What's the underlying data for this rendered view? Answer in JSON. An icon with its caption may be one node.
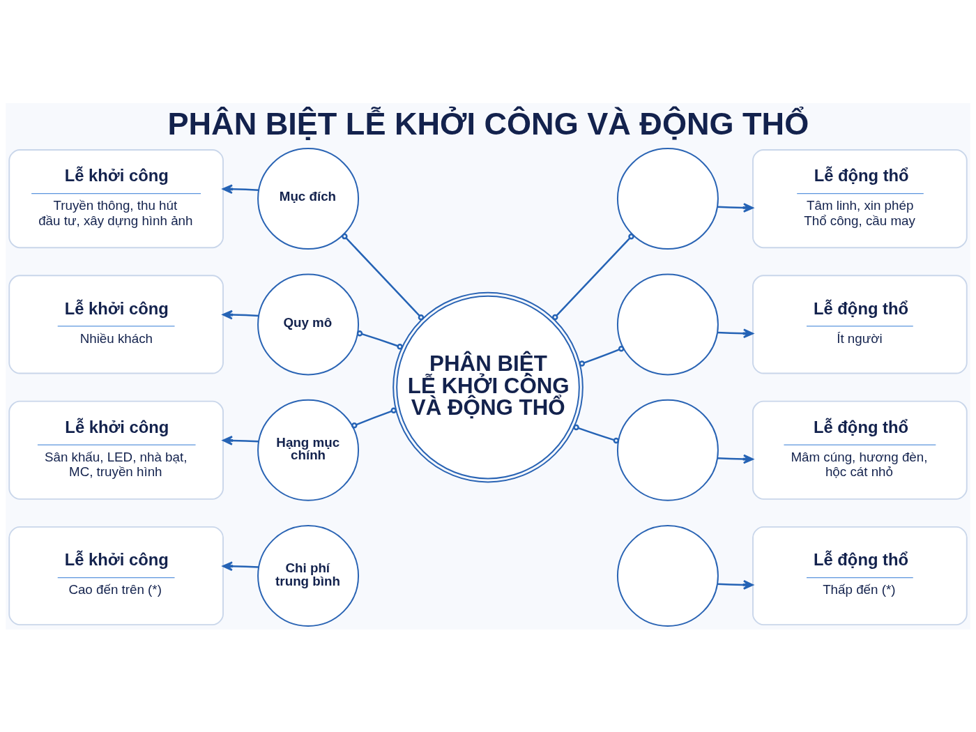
{
  "diagram": {
    "title": "PHÂN BIỆT LỄ KHỞI CÔNG VÀ ĐỘNG THỔ",
    "nodes": [
      {
        "text": [
          "Lễ khởi công",
          "Truyền thông, thu hút đầu tư, xây dựng hình ảnh"
        ]
      },
      {
        "text": [
          "Mục đích"
        ]
      },
      {
        "text": [],
        "shape": "circle"
      },
      {
        "text": [
          "Lễ động thổ",
          "Tâm linh, xin phép Thổ công, cầu may"
        ]
      },
      {
        "text": [
          "Lễ khởi công",
          "Nhiều khách"
        ]
      },
      {
        "text": [
          "Quy mô"
        ]
      },
      {
        "text": [
          "PHÂN BIỆT LỄ KHỞI CÔNG VÀ ĐỘNG THỔ"
        ]
      },
      {
        "text": [],
        "shape": "circle"
      },
      {
        "text": [
          "Lễ động thổ",
          "Ít người"
        ]
      },
      {
        "text": [
          "Lễ khởi công",
          "Sân khấu, LED, nhà bạt, MC, truyền hình"
        ]
      },
      {
        "text": [
          "Hạng mục chính"
        ]
      },
      {
        "text": [],
        "shape": "circle"
      },
      {
        "text": [
          "Lễ động thổ",
          "Mâm cúng, hương đèn, hộc cát nhỏ"
        ]
      },
      {
        "text": [
          "Lễ khởi công",
          "Cao đến trên (*)"
        ]
      },
      {
        "text": [
          "Chi phí trung bình"
        ]
      },
      {
        "text": [],
        "shape": "circle"
      },
      {
        "text": [
          "Lễ động thổ",
          "Thấp đến (*)"
        ]
      }
    ],
    "edges": [
      {
        "from": 1,
        "to": 0,
        "arrow": "to"
      },
      {
        "from": 6,
        "to": 1,
        "arrow": "other"
      },
      {
        "from": 6,
        "to": 2,
        "arrow": "other"
      },
      {
        "from": 2,
        "to": 3,
        "arrow": "to"
      },
      {
        "from": 5,
        "to": 4,
        "arrow": "to"
      },
      {
        "from": 6,
        "to": 5,
        "arrow": "other"
      },
      {
        "from": 6,
        "to": 7,
        "arrow": "other"
      },
      {
        "from": 7,
        "to": 8,
        "arrow": "to"
      },
      {
        "from": 10,
        "to": 9,
        "arrow": "to"
      },
      {
        "from": 6,
        "to": 10,
        "arrow": "other"
      },
      {
        "from": 6,
        "to": 11,
        "arrow": "other"
      },
      {
        "from": 11,
        "to": 12,
        "arrow": "to"
      },
      {
        "from": 14,
        "to": 13,
        "arrow": "to"
      },
      {
        "from": 15,
        "to": 16,
        "arrow": "to"
      }
    ]
  }
}
